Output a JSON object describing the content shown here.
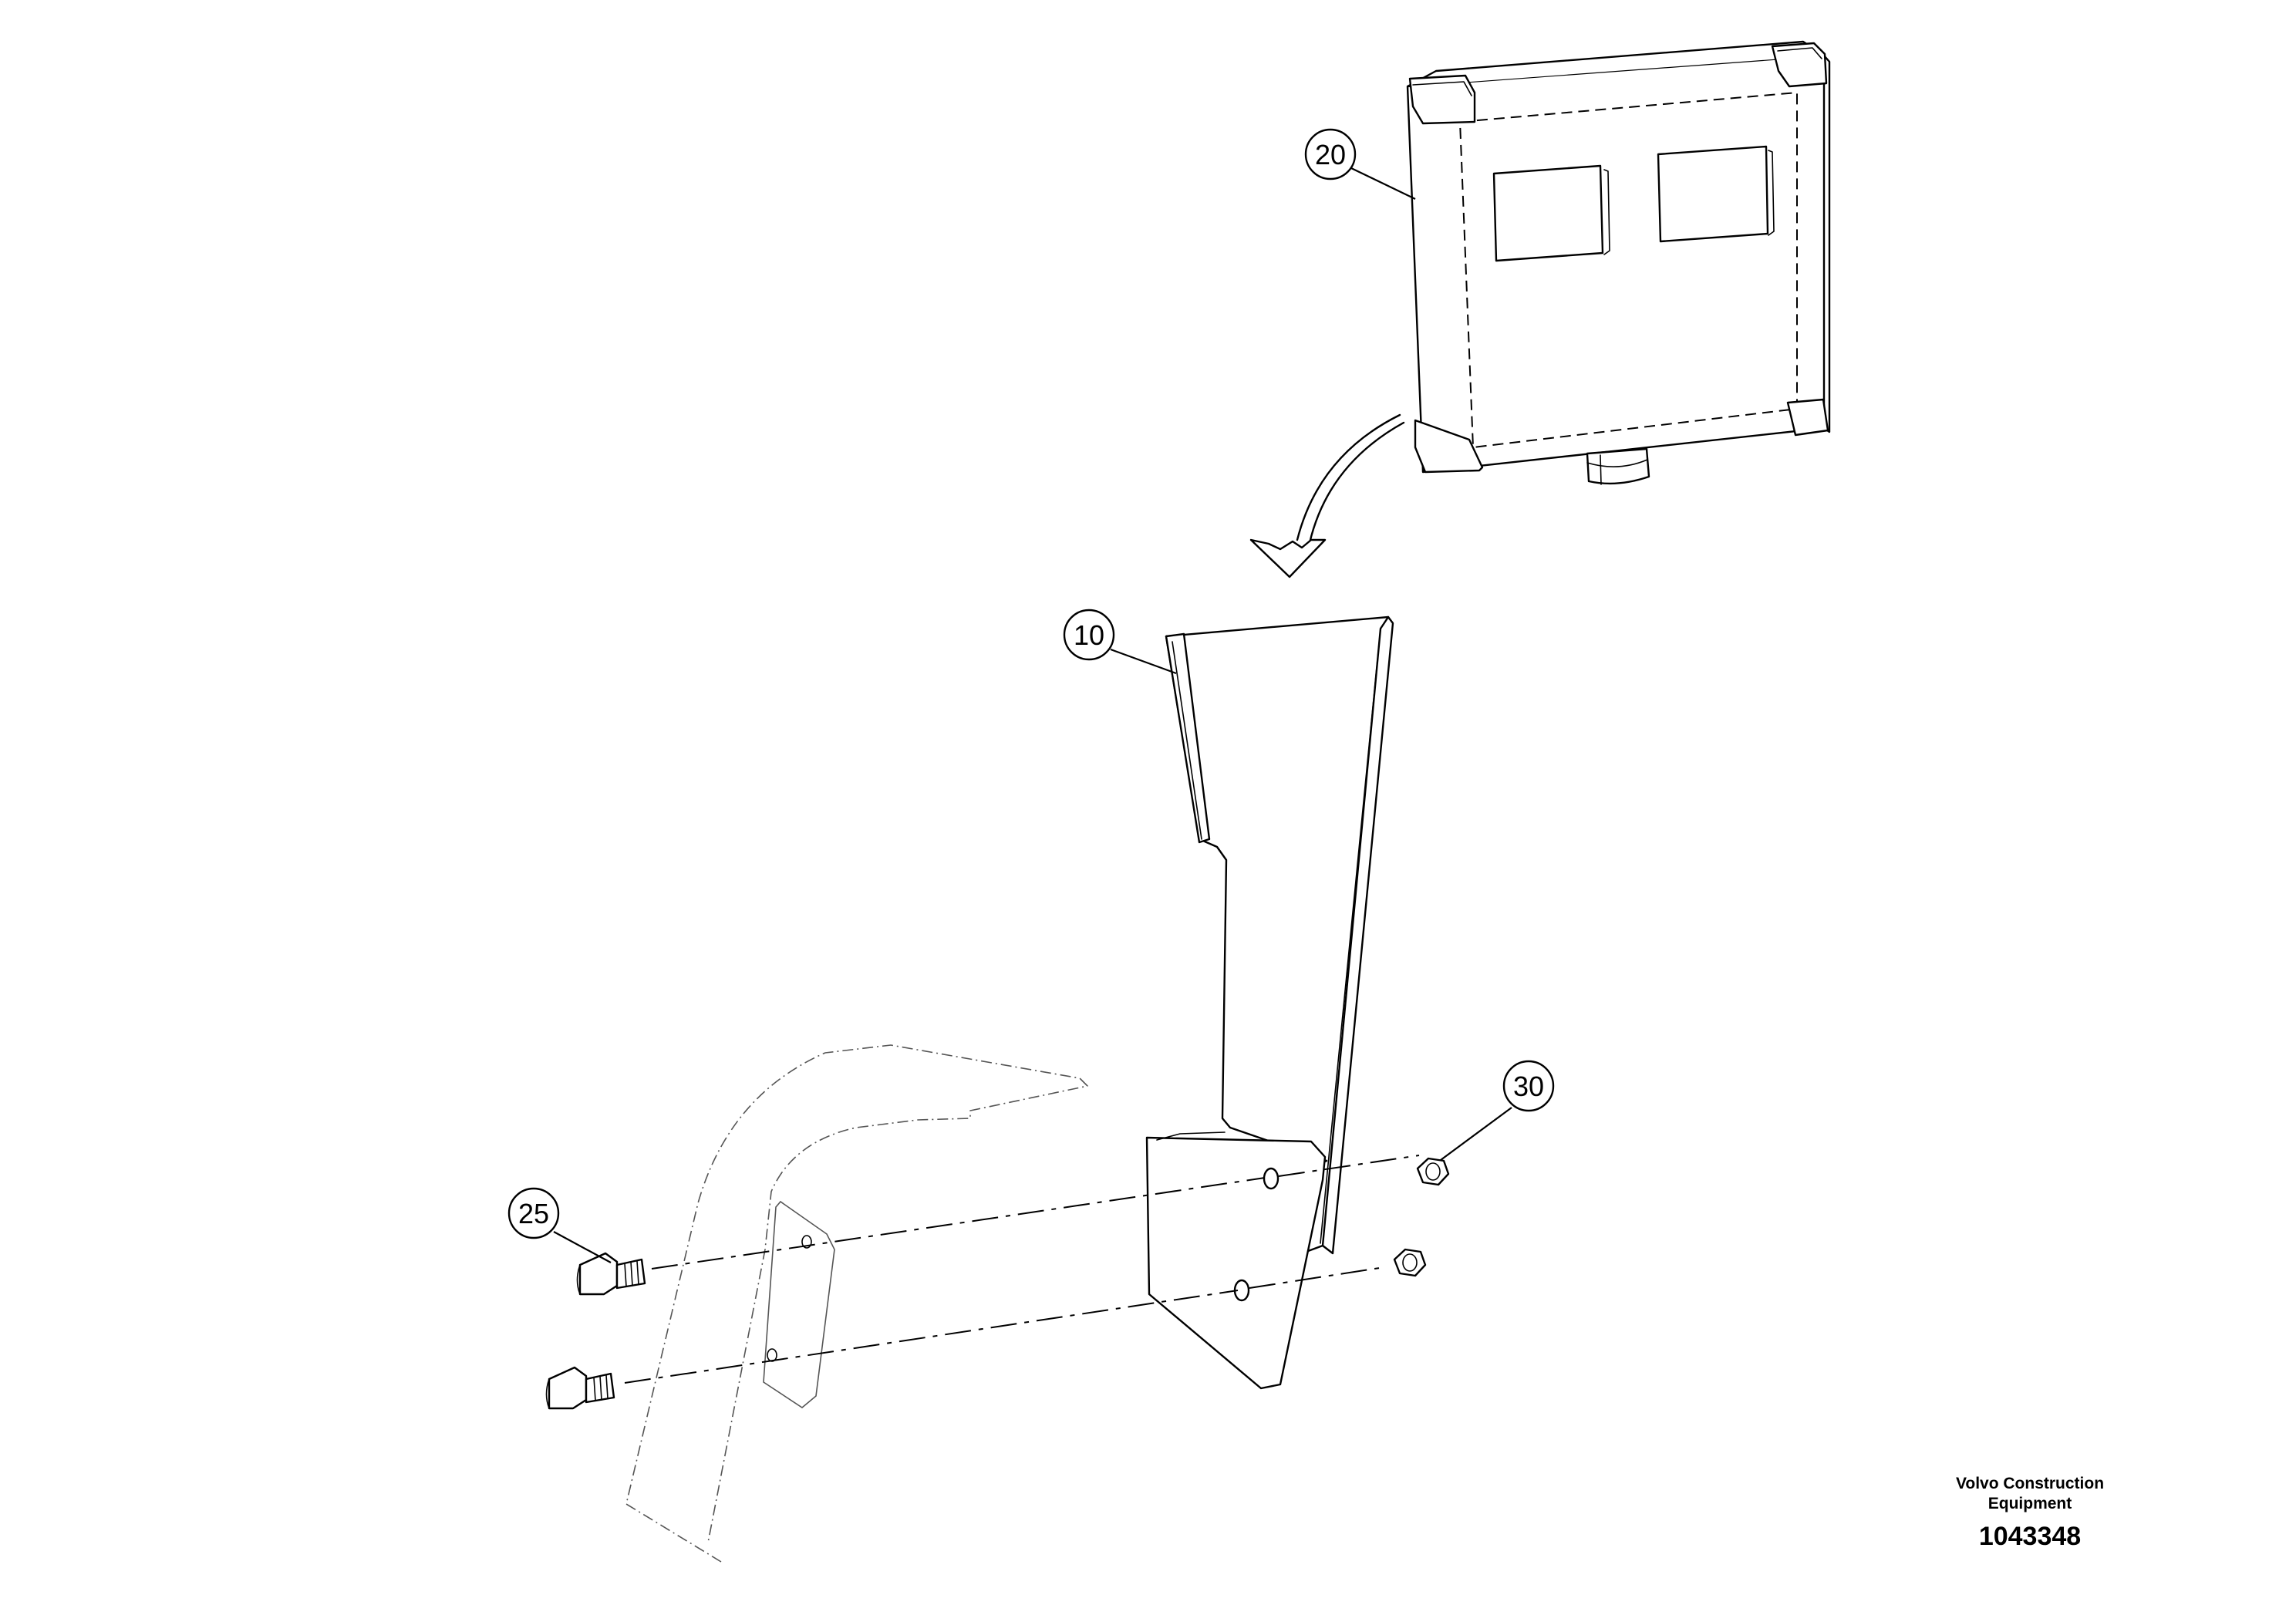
{
  "callouts": {
    "c10": "10",
    "c20": "20",
    "c25": "25",
    "c30": "30"
  },
  "reference": {
    "company_line1": "Volvo Construction",
    "company_line2": "Equipment",
    "drawing_number": "1043348"
  }
}
